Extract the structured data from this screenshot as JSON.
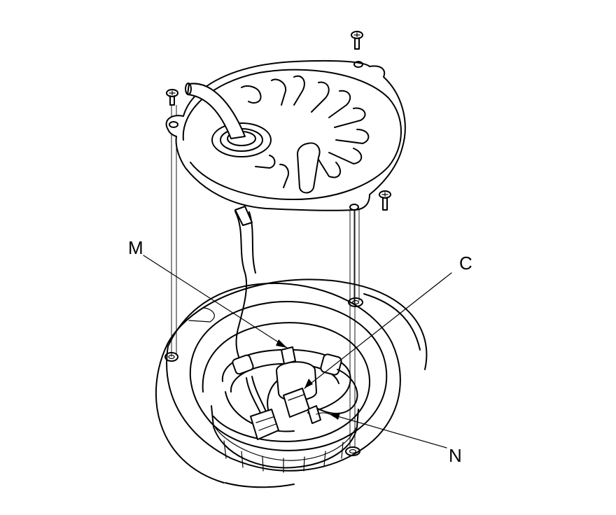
{
  "callouts": {
    "M": "M",
    "C": "C",
    "N": "N"
  },
  "colors": {
    "line": "#000000",
    "background": "#ffffff"
  }
}
